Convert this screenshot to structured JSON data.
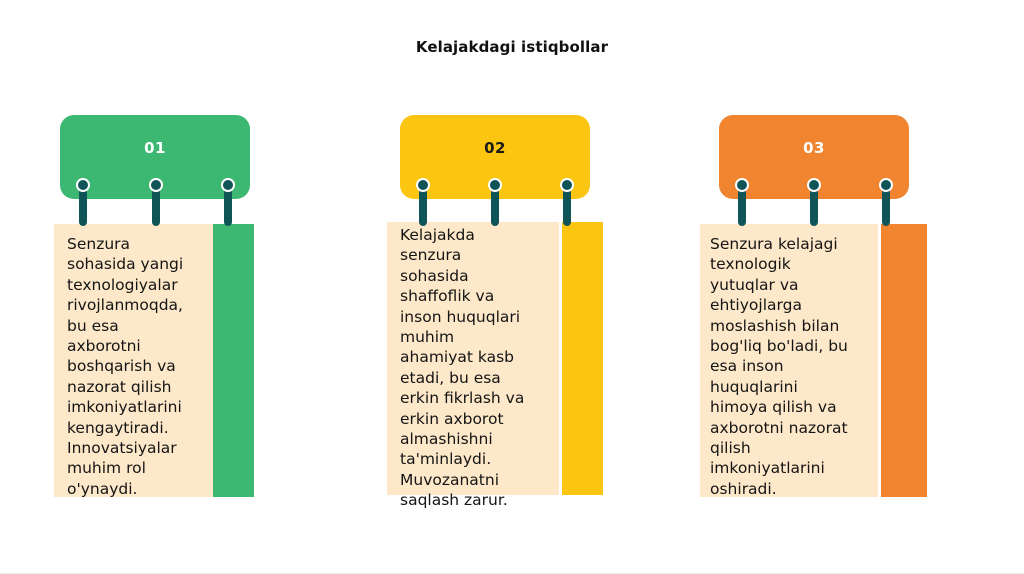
{
  "title": "Kelajakdagi istiqbollar",
  "cards": [
    {
      "number": "01",
      "text": "Senzura\nsohasida yangi\ntexnologiyalar\nrivojlanmoqda,\nbu esa\naxborotni\nboshqarish va\nnazorat qilish\nimkoniyatlarini\nkengaytiradi.\nInnovatsiyalar\nmuhim rol\no'ynaydi.",
      "color": "#3db872",
      "number_color": "#ffffff"
    },
    {
      "number": "02",
      "text": "Kelajakda\nsenzura\nsohasida\nshaffoflik va\ninson huquqlari\nmuhim\nahamiyat kasb\netadi, bu esa\nerkin fikrlash va\nerkin axborot\nalmashishni\nta'minlaydi.\nMuvozanatni\nsaqlash zarur.",
      "color": "#fcc512",
      "number_color": "#1a1a1a"
    },
    {
      "number": "03",
      "text": "Senzura kelajagi\ntexnologik\nyutuqlar va\nehtiyojlarga\nmoslashish bilan\nbog'liq bo'ladi, bu\nesa inson\nhuquqlarini\nhimoya qilish va\naxborotni nazorat\nqilish\nimkoniyatlarini\noshiradi.",
      "color": "#f0842f",
      "number_color": "#ffffff"
    }
  ]
}
